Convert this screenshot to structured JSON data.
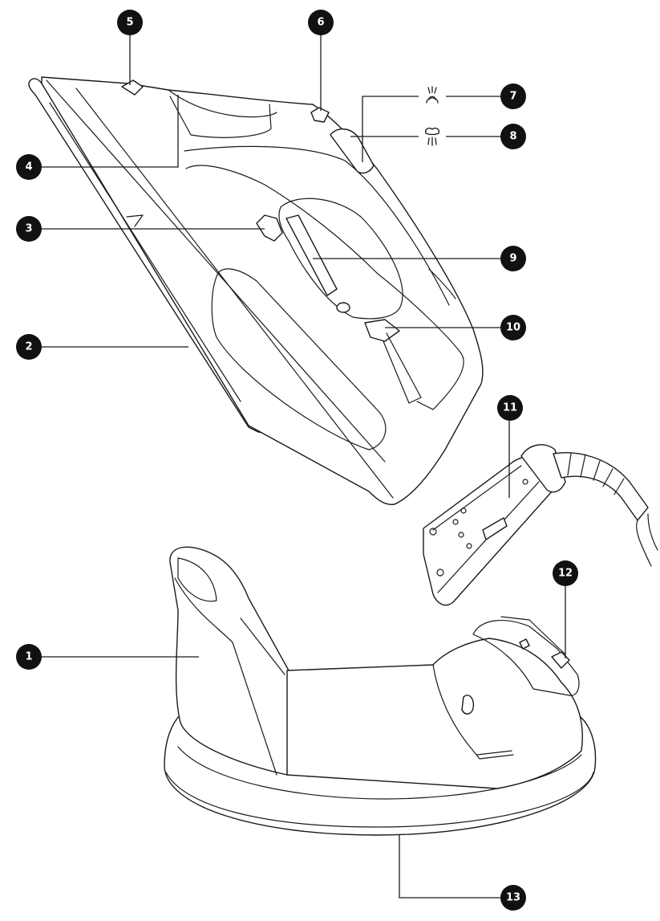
{
  "callouts": [
    {
      "id": "callout-1",
      "label": "1"
    },
    {
      "id": "callout-2",
      "label": "2"
    },
    {
      "id": "callout-3",
      "label": "3"
    },
    {
      "id": "callout-4",
      "label": "4"
    },
    {
      "id": "callout-5",
      "label": "5"
    },
    {
      "id": "callout-6",
      "label": "6"
    },
    {
      "id": "callout-7",
      "label": "7"
    },
    {
      "id": "callout-8",
      "label": "8"
    },
    {
      "id": "callout-9",
      "label": "9"
    },
    {
      "id": "callout-10",
      "label": "10"
    },
    {
      "id": "callout-11",
      "label": "11"
    },
    {
      "id": "callout-12",
      "label": "12"
    },
    {
      "id": "callout-13",
      "label": "13"
    }
  ],
  "icons": {
    "spray": "spray-icon",
    "steam_burst": "steam-burst-icon"
  },
  "colors": {
    "line": "#1a1a1a",
    "badge": "#111111",
    "badge_text": "#ffffff",
    "background": "#ffffff"
  }
}
